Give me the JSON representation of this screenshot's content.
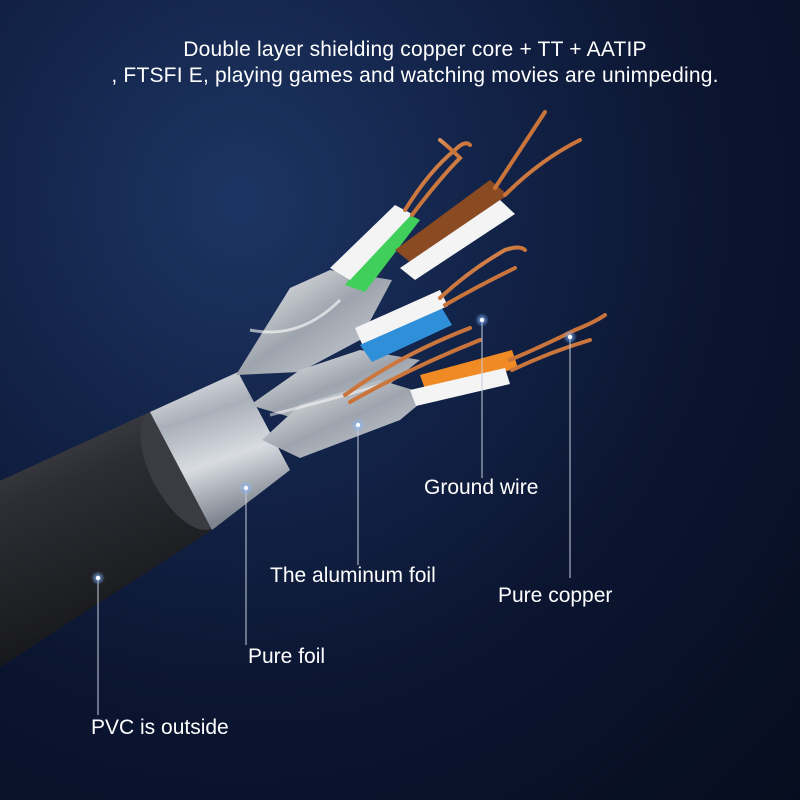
{
  "headline": {
    "line1": "Double layer shielding copper core + TT + AATIP",
    "line2": ", FTSFI E, playing games and watching movies are unimpeding."
  },
  "labels": {
    "ground_wire": "Ground wire",
    "aluminum_foil": "The aluminum foil",
    "pure_copper": "Pure copper",
    "pure_foil": "Pure foil",
    "pvc_outside": "PVC is outside"
  },
  "colors": {
    "background": "#0c1428",
    "jacket": "#2b2d31",
    "foil": "#b9bec6",
    "copper": "#d98a4e",
    "green_insulation": "#3fcf5a",
    "brown_insulation": "#8a4a22",
    "blue_insulation": "#2f8fd8",
    "orange_insulation": "#f08a24",
    "leader_line": "#c7cfdc"
  }
}
